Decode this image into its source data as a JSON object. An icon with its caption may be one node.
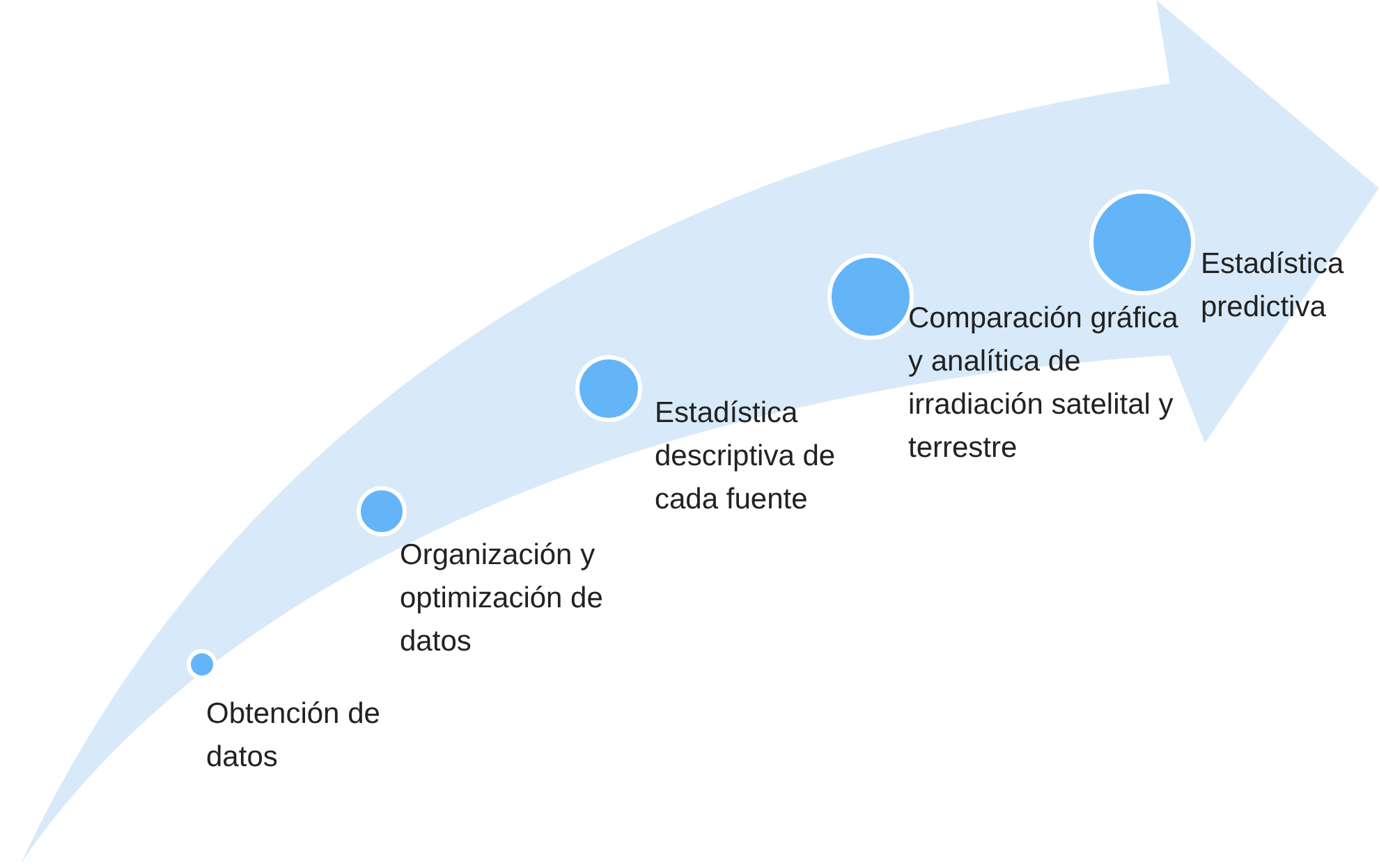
{
  "diagram": {
    "nodes": [
      {
        "text": [],
        "shape": "circle",
        "beside": [
          "Obtención de datos"
        ]
      },
      {
        "text": [],
        "shape": "circle",
        "beside": [
          "Organización y optimización de datos"
        ]
      },
      {
        "text": [],
        "shape": "circle",
        "beside": [
          "Estadística descriptiva de cada fuente"
        ]
      },
      {
        "text": [],
        "shape": "circle",
        "beside": [
          "Comparación gráfica y analítica de irradiación satelital y terrestre"
        ]
      },
      {
        "text": [],
        "shape": "circle",
        "beside": [
          "Estadística predictiva"
        ]
      }
    ]
  }
}
